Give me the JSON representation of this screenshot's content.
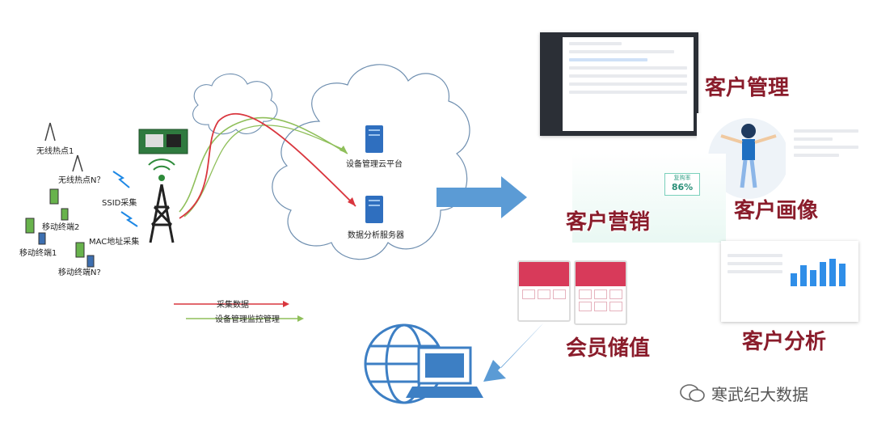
{
  "left": {
    "hotspot1": "无线热点1",
    "hotspotN": "无线热点N？",
    "ssid": "SSID采集",
    "mobile2": "移动终端2",
    "mobile1": "移动终端1",
    "mac": "MAC地址采集",
    "mobileN": "移动终端N?"
  },
  "cloud": {
    "server1": "设备管理云平台",
    "server2": "数据分析服务器"
  },
  "legend": {
    "collect": "采集数据",
    "manage": "设备管理监控管理"
  },
  "modules": {
    "customer_mgmt": "客户管理",
    "customer_portrait": "客户画像",
    "customer_marketing": "客户营销",
    "member_storage": "会员储值",
    "customer_analysis": "客户分析"
  },
  "marketing_card": {
    "label": "复购率",
    "value": "86%"
  },
  "watermark": "寒武纪大数据",
  "colors": {
    "red_line": "#d9363e",
    "green_line": "#8fbf5a",
    "arrow_blue": "#5b9bd5",
    "title_red": "#8a1c2b"
  }
}
